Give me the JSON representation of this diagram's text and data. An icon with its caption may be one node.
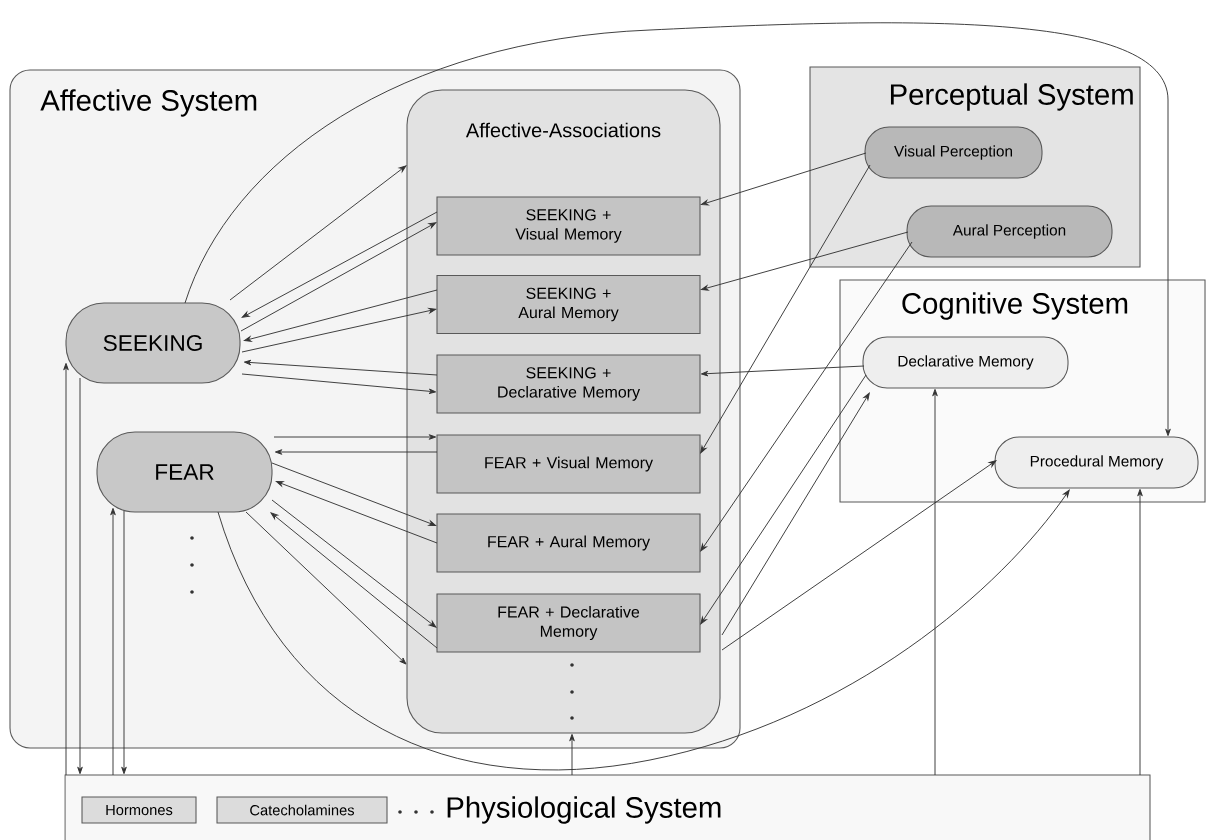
{
  "diagram": {
    "nodes": [
      {
        "text": [
          "Affective System"
        ]
      },
      {
        "text": [
          "Affective-Associations"
        ],
        "in": 0
      },
      {
        "text": [
          "SEEKING + Visual Memory"
        ],
        "in": 1
      },
      {
        "text": [
          "SEEKING + Aural Memory"
        ],
        "in": 1
      },
      {
        "text": [
          "SEEKING + Declarative Memory"
        ],
        "in": 1
      },
      {
        "text": [
          "FEAR + Visual Memory"
        ],
        "in": 1
      },
      {
        "text": [
          "FEAR + Aural Memory"
        ],
        "in": 1
      },
      {
        "text": [
          "FEAR + Declarative Memory"
        ],
        "in": 1
      },
      {
        "text": [
          "SEEKING"
        ],
        "in": 0
      },
      {
        "text": [
          "FEAR"
        ],
        "in": 0
      },
      {
        "text": [
          "Perceptual System"
        ]
      },
      {
        "text": [
          "Visual Perception"
        ],
        "in": 10
      },
      {
        "text": [
          "Aural Perception"
        ],
        "in": 10
      },
      {
        "text": [
          "Cognitive System"
        ]
      },
      {
        "text": [
          "Declarative Memory"
        ],
        "in": 13
      },
      {
        "text": [
          "Procedural Memory"
        ],
        "in": 13
      },
      {
        "text": [
          "Physiological System"
        ]
      },
      {
        "text": [
          "Hormones"
        ],
        "in": 16
      },
      {
        "text": [
          "Catecholamines"
        ],
        "in": 16
      }
    ],
    "edges": [
      {
        "from": 8,
        "to": 1,
        "arrow": "to"
      },
      {
        "from": 8,
        "to": 15,
        "arrow": "to"
      },
      {
        "from": 2,
        "to": 8,
        "arrow": "to"
      },
      {
        "from": 8,
        "to": 2,
        "arrow": "to"
      },
      {
        "from": 3,
        "to": 8,
        "arrow": "to"
      },
      {
        "from": 8,
        "to": 3,
        "arrow": "to"
      },
      {
        "from": 4,
        "to": 8,
        "arrow": "to"
      },
      {
        "from": 8,
        "to": 4,
        "arrow": "to"
      },
      {
        "from": 9,
        "to": 5,
        "arrow": "to"
      },
      {
        "from": 5,
        "to": 9,
        "arrow": "to"
      },
      {
        "from": 9,
        "to": 6,
        "arrow": "to"
      },
      {
        "from": 6,
        "to": 9,
        "arrow": "to"
      },
      {
        "from": 9,
        "to": 7,
        "arrow": "to"
      },
      {
        "from": 7,
        "to": 9,
        "arrow": "to"
      },
      {
        "from": 9,
        "to": 1,
        "arrow": "to"
      },
      {
        "from": 9,
        "to": 15,
        "arrow": "to"
      },
      {
        "from": 11,
        "to": 2,
        "arrow": "to"
      },
      {
        "from": 11,
        "to": 5,
        "arrow": "to"
      },
      {
        "from": 12,
        "to": 3,
        "arrow": "to"
      },
      {
        "from": 12,
        "to": 6,
        "arrow": "to"
      },
      {
        "from": 14,
        "to": 4,
        "arrow": "to"
      },
      {
        "from": 14,
        "to": 7,
        "arrow": "to"
      },
      {
        "from": 7,
        "to": 14,
        "arrow": "to"
      },
      {
        "from": 7,
        "to": 15,
        "arrow": "to"
      },
      {
        "from": 16,
        "to": 8,
        "arrow": "to"
      },
      {
        "from": 8,
        "to": 16,
        "arrow": "to"
      },
      {
        "from": 16,
        "to": 9,
        "arrow": "to"
      },
      {
        "from": 9,
        "to": 16,
        "arrow": "to"
      },
      {
        "from": 16,
        "to": 1,
        "arrow": "to"
      },
      {
        "from": 16,
        "to": 14,
        "arrow": "to"
      },
      {
        "from": 16,
        "to": 15,
        "arrow": "to"
      }
    ]
  }
}
